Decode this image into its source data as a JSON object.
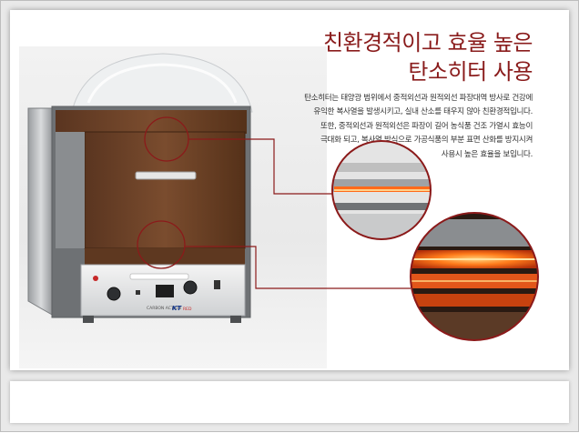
{
  "headline": {
    "line1": "친환경적이고 효율 높은",
    "line2": "탄소히터 사용"
  },
  "description": {
    "lines": [
      "탄소히터는 태양광 범위에서 중적외선과 원적외선 파장대역 방사로 건강에",
      "유익한 복사열을 발생시키고, 실내 산소를 태우지 않아 친환경적입니다.",
      "또한, 중적외선과 원적외선은 파장이 길어 농식품 건조 가열시 효능이",
      "극대화 되고, 복사열 방식으로 가공식품의 부분 표면 산화를 방지시켜",
      "사용시 높은 효율을 보입니다."
    ]
  },
  "product": {
    "brand": "KT",
    "brand_suffix": "RED",
    "model_caption": "CARBON ACTION"
  },
  "colors": {
    "accent": "#8a1c1c",
    "wood": "#6b4128",
    "callout_line": "#8b1a1a",
    "heater_glow": "#ff7a1a"
  }
}
